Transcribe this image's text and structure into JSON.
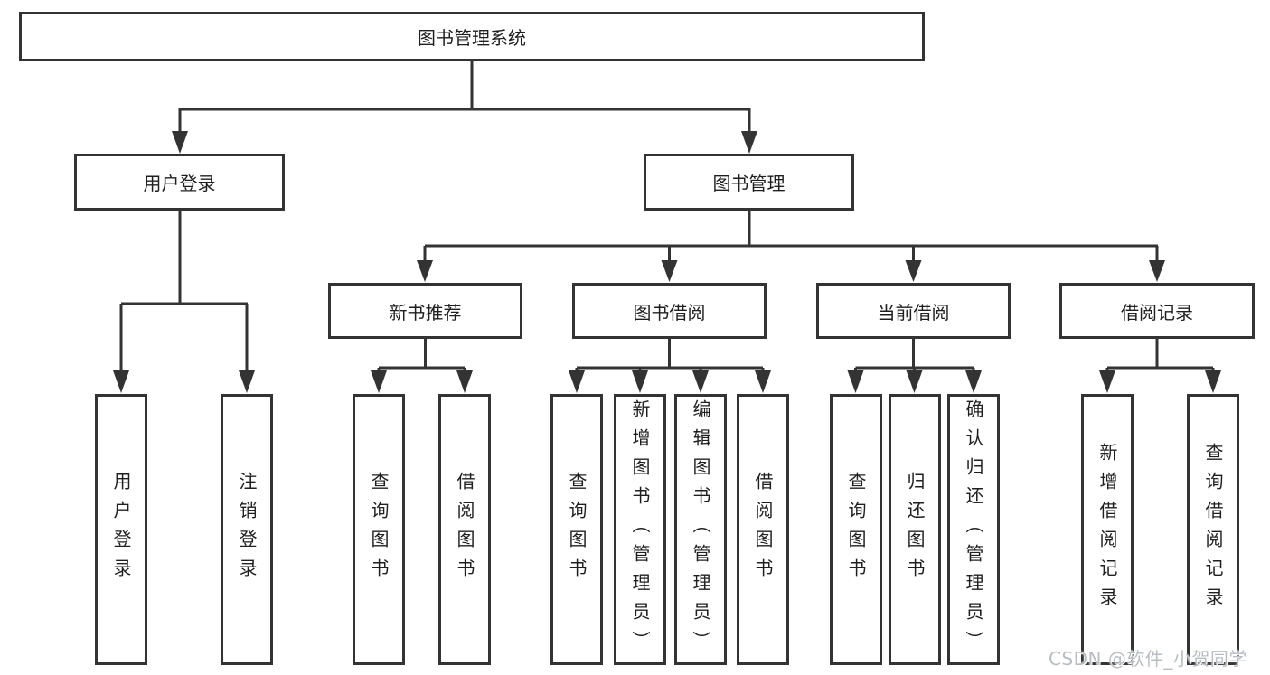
{
  "diagram": {
    "root_label": "图书管理系统",
    "branches": [
      {
        "label": "用户登录"
      },
      {
        "label": "图书管理"
      }
    ],
    "modules": [
      {
        "label": "新书推荐"
      },
      {
        "label": "图书借阅"
      },
      {
        "label": "当前借阅"
      },
      {
        "label": "借阅记录"
      }
    ],
    "leaves": {
      "user_login": [
        "用户登录",
        "注销登录"
      ],
      "new_book_recommend": [
        "查询图书",
        "借阅图书"
      ],
      "book_borrow": [
        "查询图书",
        "新增图书（管理员）",
        "编辑图书（管理员）",
        "借阅图书"
      ],
      "current_borrow": [
        "查询图书",
        "归还图书",
        "确认归还（管理员）"
      ],
      "borrow_records": [
        "新增借阅记录",
        "查询借阅记录"
      ]
    }
  },
  "watermark": "CSDN @软件_小贺同学",
  "colors": {
    "line": "#333333",
    "text": "#1f1f1f",
    "watermark": "#b9bdc3",
    "background": "#ffffff"
  }
}
